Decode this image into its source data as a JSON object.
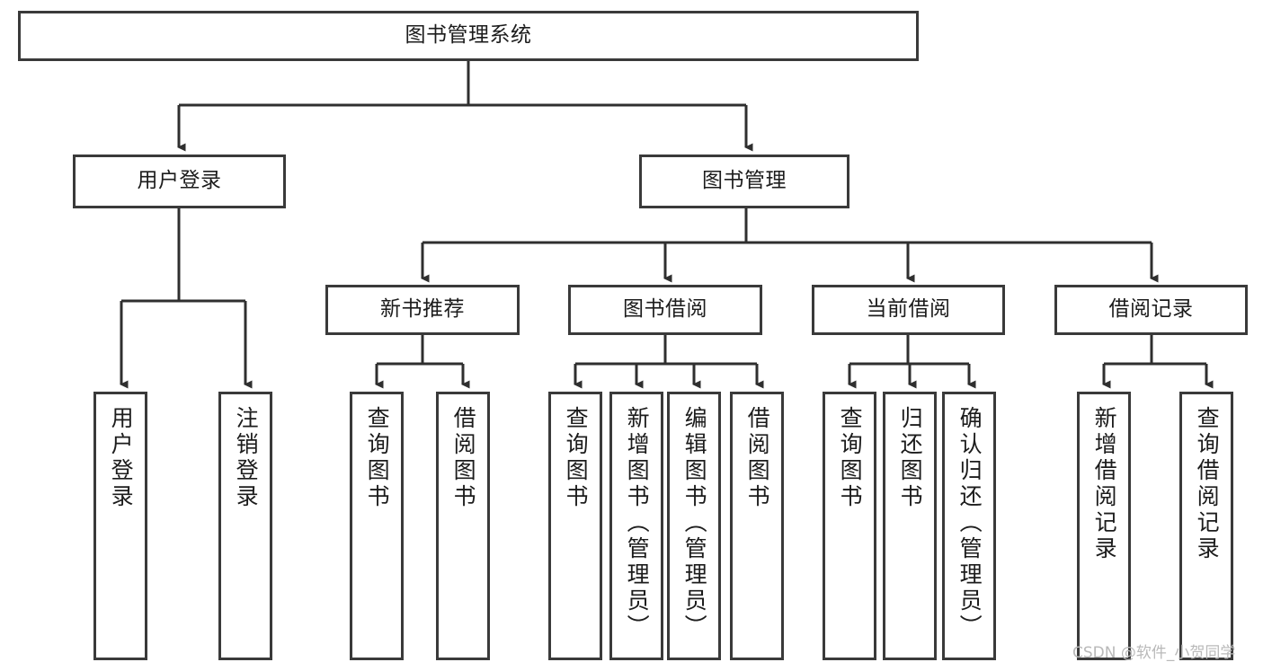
{
  "diagram": {
    "title": "图书管理系统",
    "watermark": "CSDN @软件_小贺同学",
    "colors": {
      "box_border": "#3a3a3a",
      "box_fill": "#ffffff",
      "connector": "#2f2f2f",
      "text": "#1c1c1c",
      "watermark": "#b9b9b9",
      "background": "#ffffff"
    },
    "root": {
      "label": "图书管理系统"
    },
    "level2": [
      {
        "label": "用户登录"
      },
      {
        "label": "图书管理"
      }
    ],
    "level3": [
      {
        "label": "新书推荐"
      },
      {
        "label": "图书借阅"
      },
      {
        "label": "当前借阅"
      },
      {
        "label": "借阅记录"
      }
    ],
    "leaves_user_login": [
      {
        "label": "用户登录"
      },
      {
        "label": "注销登录"
      }
    ],
    "leaves_new_book": [
      {
        "label": "查询图书"
      },
      {
        "label": "借阅图书"
      }
    ],
    "leaves_borrow": [
      {
        "label": "查询图书"
      },
      {
        "label": "新增图书（管理员）"
      },
      {
        "label": "编辑图书（管理员）"
      },
      {
        "label": "借阅图书"
      }
    ],
    "leaves_current": [
      {
        "label": "查询图书"
      },
      {
        "label": "归还图书"
      },
      {
        "label": "确认归还（管理员）"
      }
    ],
    "leaves_records": [
      {
        "label": "新增借阅记录"
      },
      {
        "label": "查询借阅记录"
      }
    ]
  }
}
